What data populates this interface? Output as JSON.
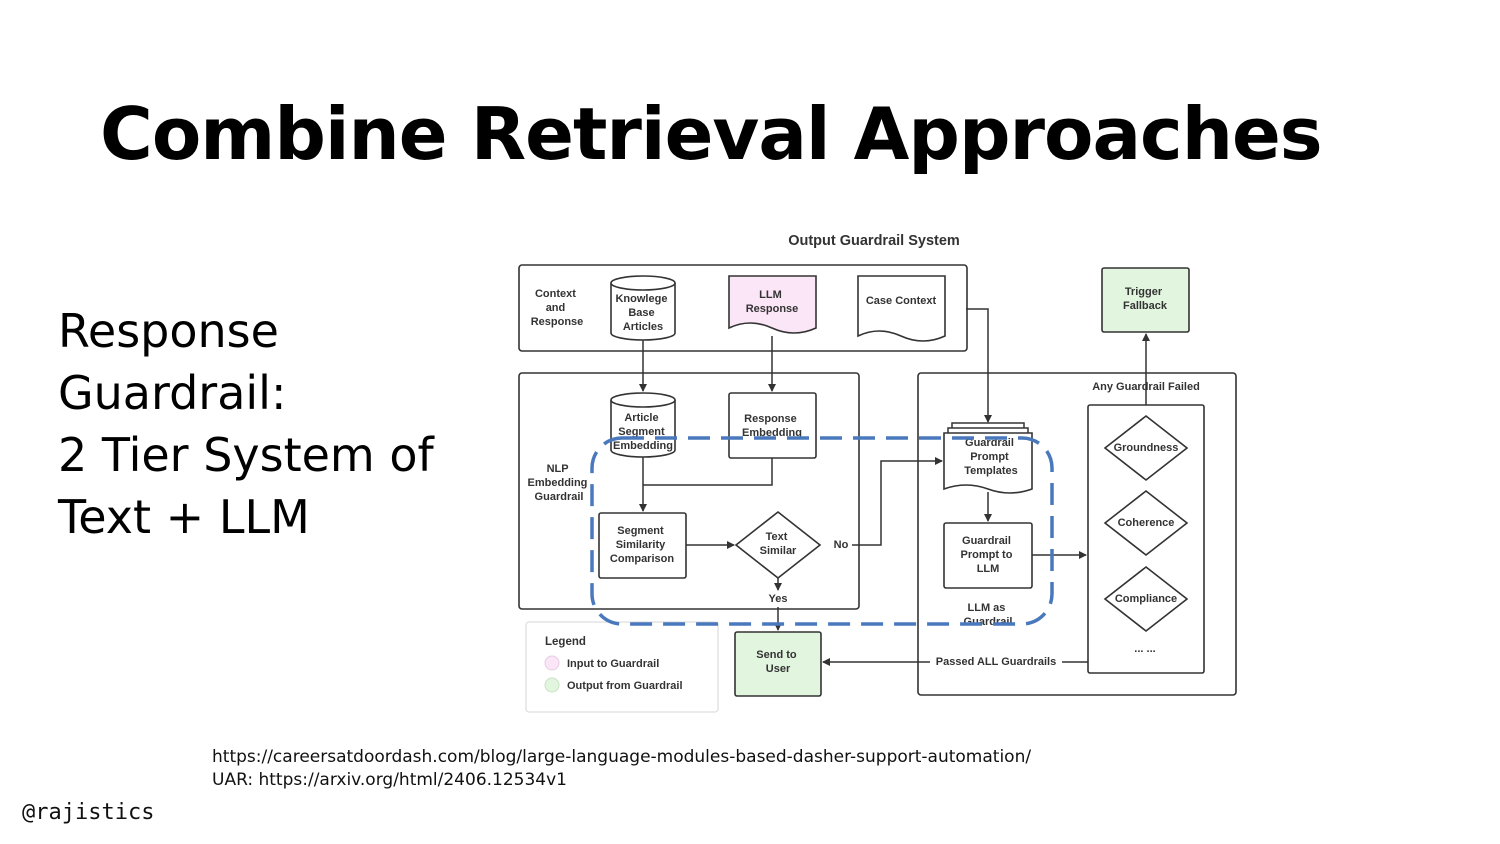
{
  "slide": {
    "title": "Combine Retrieval Approaches",
    "side_lines": [
      "Response",
      "Guardrail:",
      "2 Tier System of",
      "Text + LLM"
    ],
    "refs": [
      "https://careersatdoordash.com/blog/large-language-modules-based-dasher-support-automation/",
      "UAR: https://arxiv.org/html/2406.12534v1"
    ],
    "handle": "@rajistics"
  },
  "diagram": {
    "title": "Output Guardrail System",
    "context_label": [
      "Context",
      "and",
      "Response"
    ],
    "knowledge_base": [
      "Knowlege",
      "Base",
      "Articles"
    ],
    "llm_response": [
      "LLM",
      "Response"
    ],
    "case_context": "Case Context",
    "trigger_fallback": [
      "Trigger",
      "Fallback"
    ],
    "nlp_label": [
      "NLP",
      "Embedding",
      "Guardrail"
    ],
    "article_segment": [
      "Article",
      "Segment",
      "Embedding"
    ],
    "response_embedding": [
      "Response",
      "Embedding"
    ],
    "segment_similarity": [
      "Segment",
      "Similarity",
      "Comparison"
    ],
    "text_similar": [
      "Text",
      "Similar"
    ],
    "no_label": "No",
    "yes_label": "Yes",
    "guardrail_templates": [
      "Guardrail",
      "Prompt",
      "Templates"
    ],
    "guardrail_prompt": [
      "Guardrail",
      "Prompt to",
      "LLM"
    ],
    "llm_as_guardrail": [
      "LLM as",
      "Guardrail"
    ],
    "any_failed": "Any Guardrail Failed",
    "groundness": "Groundness",
    "coherence": "Coherence",
    "compliance": "Compliance",
    "ellipsis": "... ...",
    "passed_all": "Passed ALL Guardrails",
    "send_to_user": [
      "Send to",
      "User"
    ],
    "legend_title": "Legend",
    "legend_input": "Input to Guardrail",
    "legend_output": "Output from Guardrail",
    "colors": {
      "input_fill": "#fbe6f8",
      "output_fill": "#e2f5df",
      "highlight_dash": "#4a78bd",
      "stroke": "#333333"
    }
  }
}
